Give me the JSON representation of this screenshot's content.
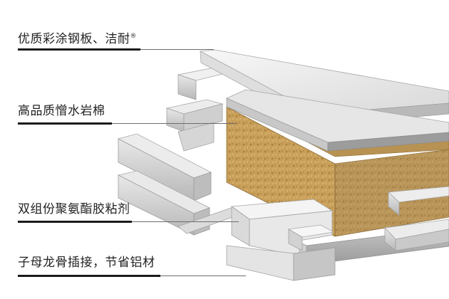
{
  "labels": [
    {
      "text": "优质彩涂钢板、洁耐",
      "mark": "®"
    },
    {
      "text": "高品质憎水岩棉"
    },
    {
      "text": "双组份聚氨酯胶粘剂"
    },
    {
      "text": "子母龙骨插接，节省铝材"
    }
  ]
}
